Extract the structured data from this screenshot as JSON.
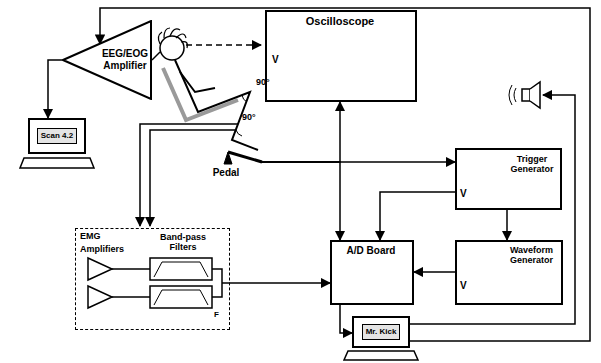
{
  "diagram": {
    "nodes": [
      {
        "text": [
          "EEG/EOG Amplifier"
        ]
      },
      {
        "text": [
          "Oscilloscope",
          "V"
        ]
      },
      {
        "text": [
          "Scan 4.2"
        ]
      },
      {
        "text": [
          "Pedal"
        ]
      },
      {
        "text": [
          "Trigger Generator",
          "V"
        ]
      },
      {
        "text": [
          "EMG"
        ]
      },
      {
        "text": [
          "A/D Board"
        ]
      },
      {
        "text": [
          "Waveform Generator",
          "V"
        ]
      },
      {
        "text": [
          "Mr. Kick"
        ]
      }
    ],
    "edges": [
      {
        "from": 0,
        "to": 2,
        "arrow": "to"
      },
      {
        "from": 3,
        "to": 1,
        "arrow": "to"
      },
      {
        "from": 3,
        "to": 4,
        "arrow": "to"
      },
      {
        "from": 3,
        "to": 6,
        "arrow": "to"
      },
      {
        "from": 4,
        "to": 7,
        "arrow": "to"
      },
      {
        "from": 4,
        "to": 6,
        "arrow": "to"
      },
      {
        "from": 7,
        "to": 6,
        "arrow": "to"
      },
      {
        "from": 5,
        "to": 6,
        "arrow": "to"
      },
      {
        "from": 6,
        "to": 8,
        "arrow": "to"
      },
      {
        "from": 8,
        "to": 0,
        "arrow": "to"
      }
    ],
    "labels": [
      "90°",
      "90°",
      "Amplifiers",
      "Band-pass Filters",
      "F"
    ]
  }
}
